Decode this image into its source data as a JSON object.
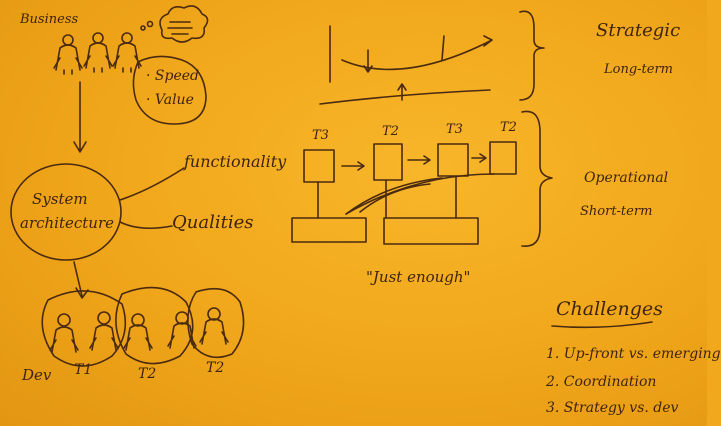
{
  "business": "Business",
  "bubble_items": [
    "· Speed",
    "· Value"
  ],
  "architecture": [
    "System",
    "architecture"
  ],
  "functionality": "functionality",
  "qualities": "Qualities",
  "team_labels": {
    "dev": "Dev",
    "t1": "T1",
    "t2a": "T2",
    "t2b": "T2"
  },
  "strategic": "Strategic",
  "long_term": "Long-term",
  "operational": "Operational",
  "short_term": "Short-term",
  "sprint_labels": [
    "T3",
    "T2",
    "T3",
    "T2"
  ],
  "just_enough": "\"Just enough\"",
  "challenges": {
    "title": "Challenges",
    "items": [
      "1. Up-front vs. emerging",
      "2. Coordination",
      "3. Strategy vs. dev"
    ]
  },
  "colors": {
    "board": "#f2a81c",
    "ink": "#4a2a10"
  }
}
